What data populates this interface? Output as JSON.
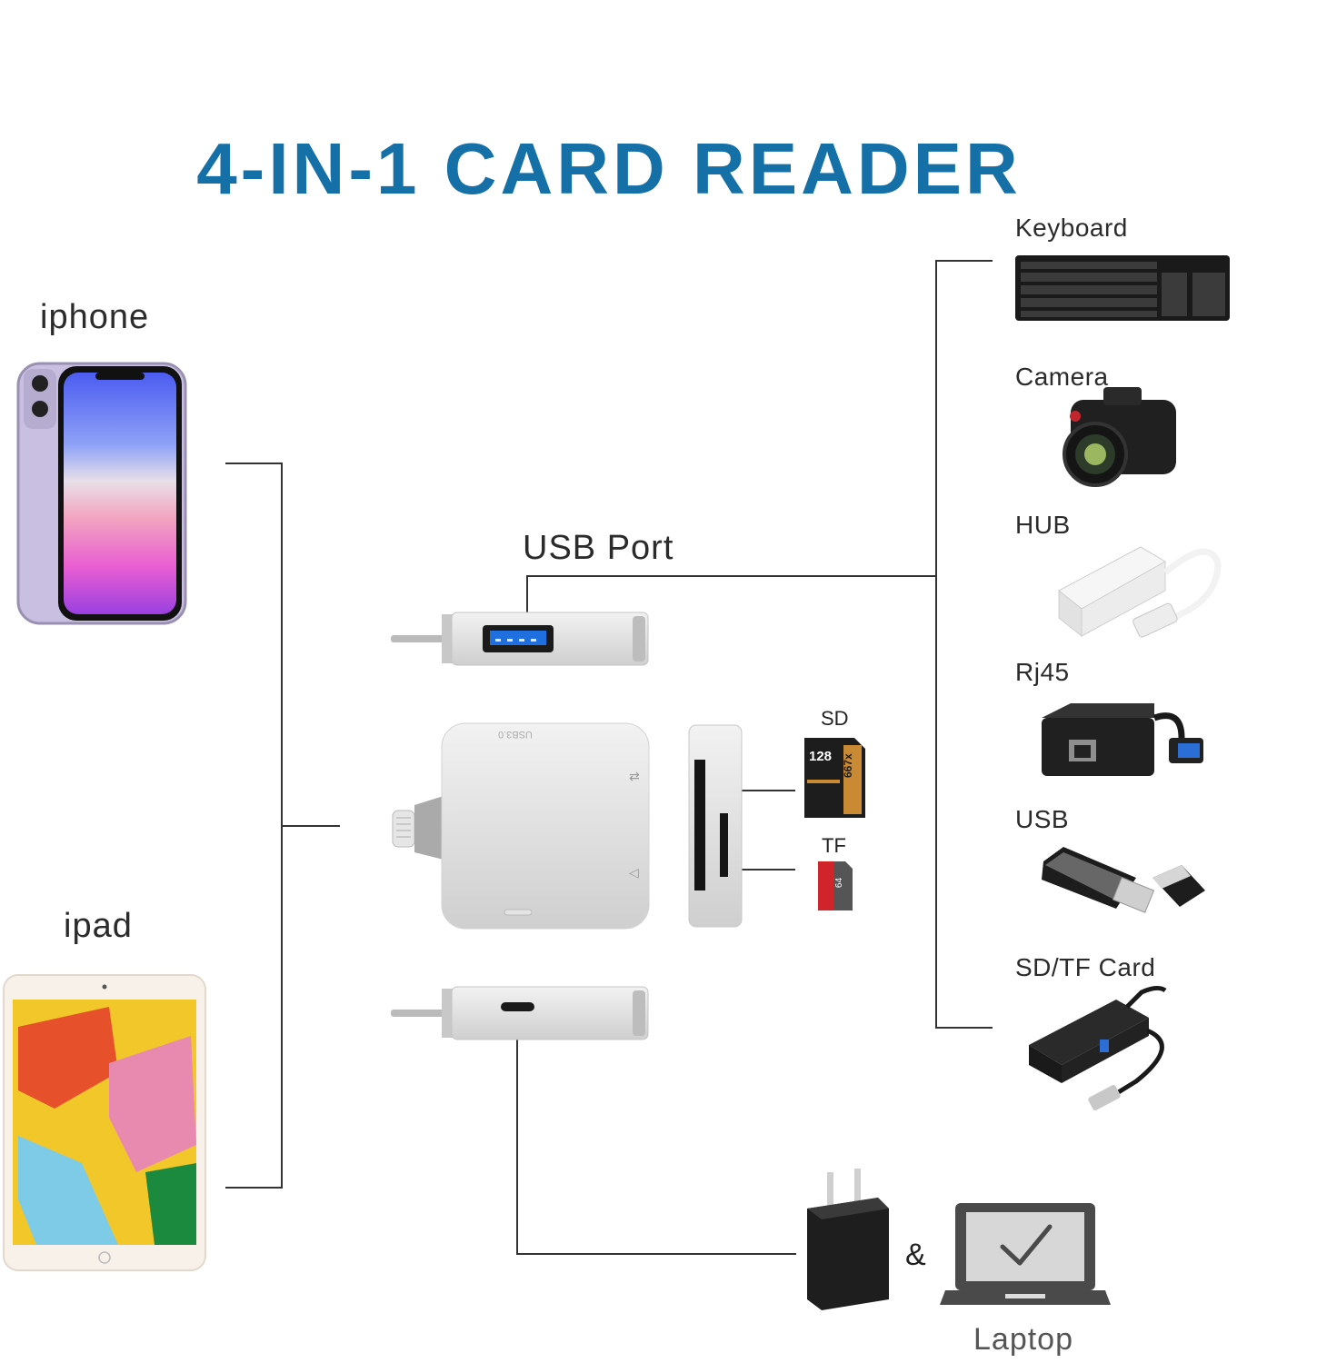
{
  "title": "4-IN-1 CARD READER",
  "left_devices": {
    "iphone_label": "iphone",
    "ipad_label": "ipad"
  },
  "center": {
    "usb_port_label": "USB Port",
    "adapter_brand": "USB3.0",
    "sd_label": "SD",
    "tf_label": "TF",
    "sd_card_text": "128",
    "sd_card_speed": "667x",
    "tf_card_text": "64"
  },
  "right_devices": [
    {
      "label": "Keyboard",
      "icon": "keyboard-icon"
    },
    {
      "label": "Camera",
      "icon": "camera-icon"
    },
    {
      "label": "HUB",
      "icon": "usb-hub-icon"
    },
    {
      "label": "Rj45",
      "icon": "rj45-adapter-icon"
    },
    {
      "label": "USB",
      "icon": "usb-flash-drive-icon"
    },
    {
      "label": "SD/TF Card",
      "icon": "card-reader-hub-icon"
    }
  ],
  "bottom": {
    "ampersand": "&",
    "laptop_label": "Laptop"
  }
}
